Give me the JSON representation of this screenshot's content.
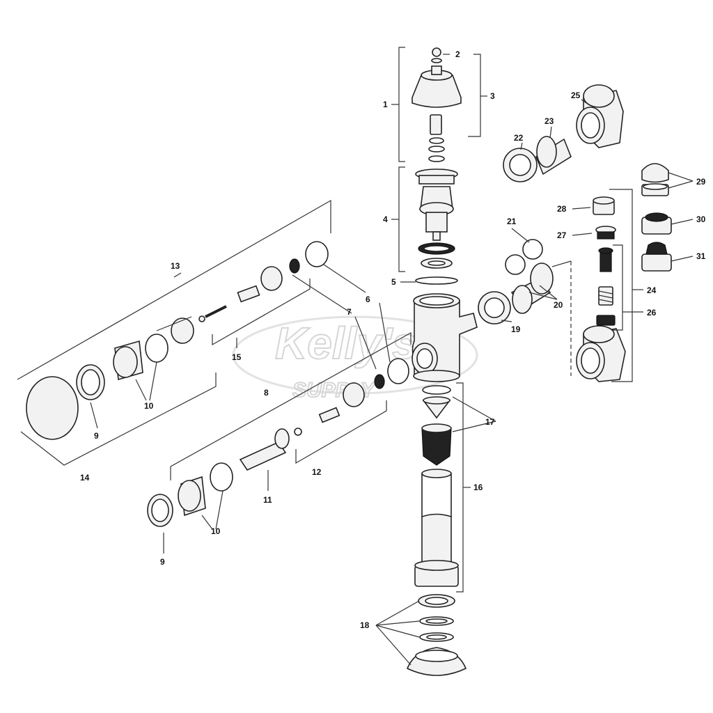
{
  "watermark": {
    "brand": "Kelly's",
    "tagline": "SUPPLY"
  },
  "callouts": {
    "c1": "1",
    "c2": "2",
    "c3": "3",
    "c4": "4",
    "c5": "5",
    "c6": "6",
    "c7": "7",
    "c8": "8",
    "c9a": "9",
    "c9b": "9",
    "c10a": "10",
    "c10b": "10",
    "c11": "11",
    "c12": "12",
    "c13": "13",
    "c14": "14",
    "c15": "15",
    "c16": "16",
    "c17": "17",
    "c18": "18",
    "c19": "19",
    "c20": "20",
    "c21": "21",
    "c22": "22",
    "c23": "23",
    "c24": "24",
    "c25": "25",
    "c26": "26",
    "c27": "27",
    "c28": "28",
    "c29": "29",
    "c30": "30",
    "c31": "31"
  },
  "colors": {
    "line": "#222222",
    "part_fill": "#f2f2f2",
    "watermark": "#d6d6d6"
  }
}
